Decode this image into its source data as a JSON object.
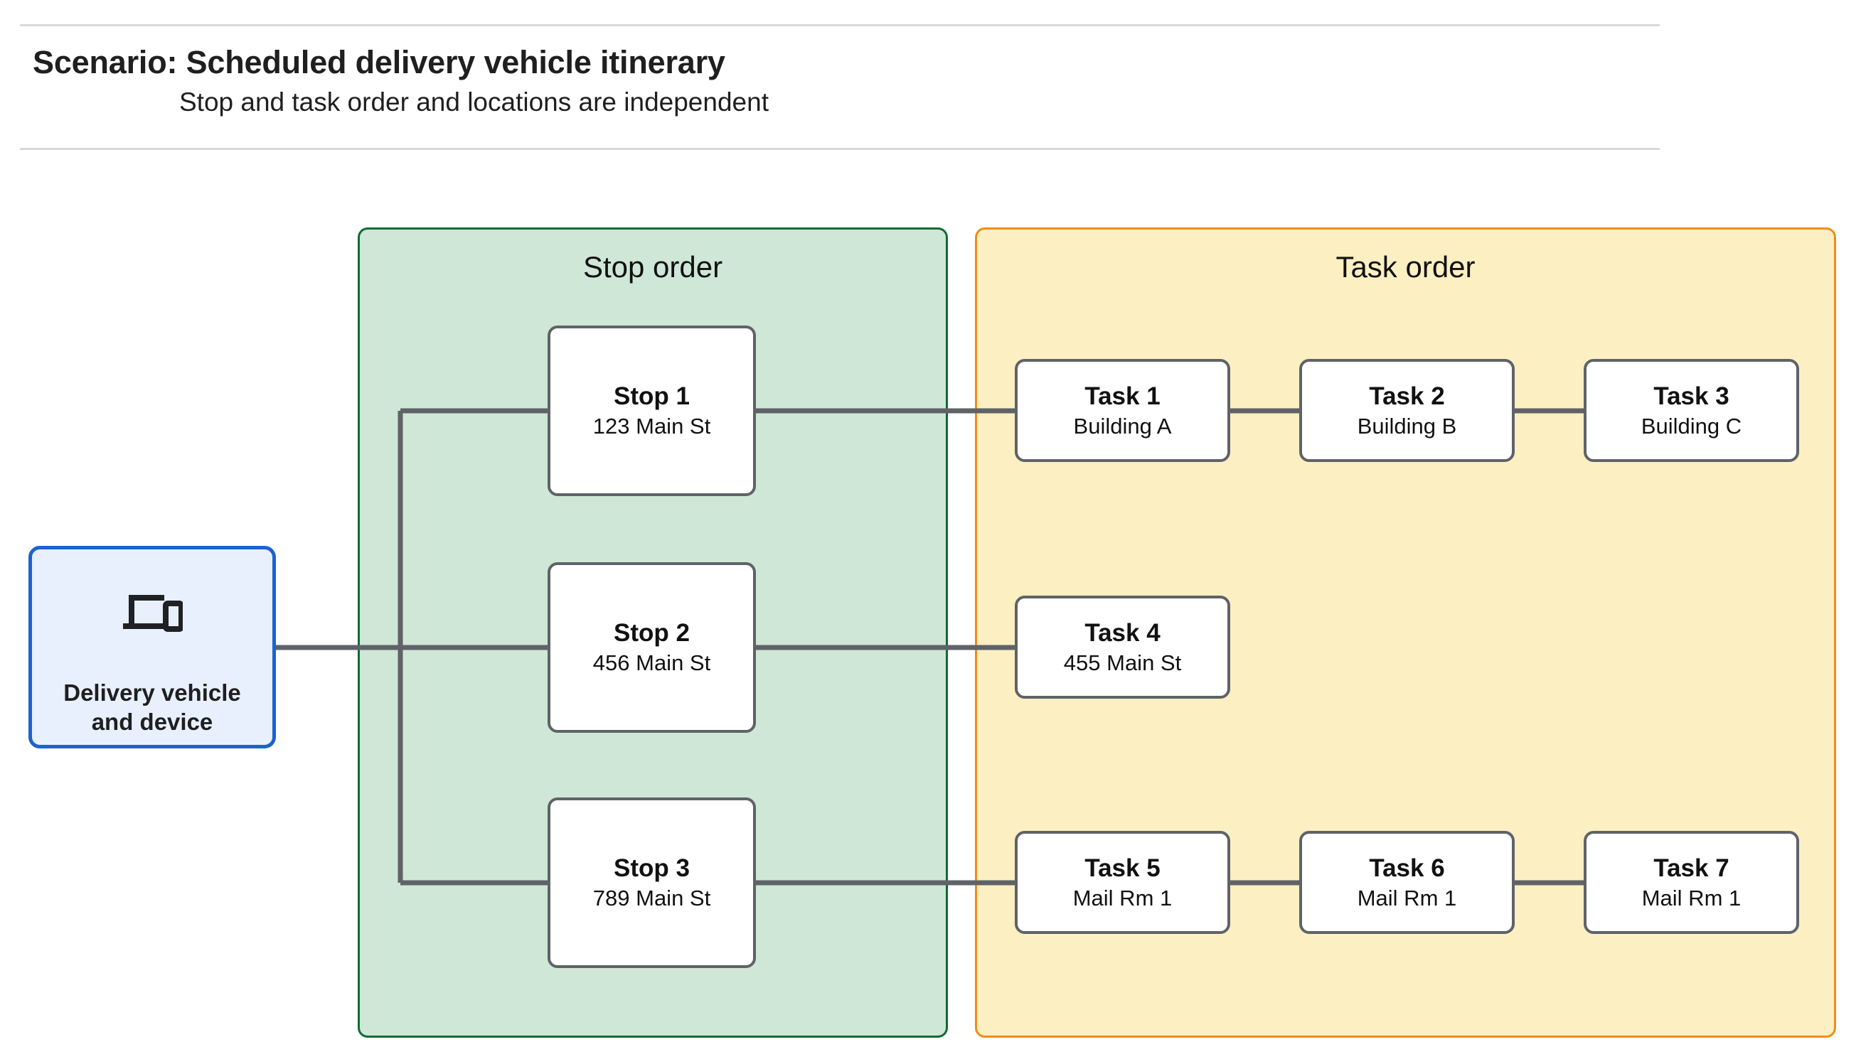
{
  "header": {
    "title": "Scenario: Scheduled delivery vehicle itinerary",
    "subtitle": "Stop and task order and locations are independent"
  },
  "device": {
    "label": "Delivery vehicle\nand device",
    "icon": "devices-icon",
    "border_color": "#1a63d0",
    "fill_color": "#e8f0fe"
  },
  "stop_panel": {
    "title": "Stop order",
    "fill_color": "#cfe7d6",
    "border_color": "#0f6b33",
    "stops": [
      {
        "title": "Stop 1",
        "address": "123 Main St"
      },
      {
        "title": "Stop 2",
        "address": "456 Main St"
      },
      {
        "title": "Stop 3",
        "address": "789 Main St"
      }
    ]
  },
  "task_panel": {
    "title": "Task order",
    "fill_color": "#fcefc2",
    "border_color": "#f08c1b",
    "rows": [
      {
        "tasks": [
          {
            "title": "Task 1",
            "location": "Building A"
          },
          {
            "title": "Task 2",
            "location": "Building B"
          },
          {
            "title": "Task 3",
            "location": "Building C"
          }
        ]
      },
      {
        "tasks": [
          {
            "title": "Task 4",
            "location": "455 Main St"
          }
        ]
      },
      {
        "tasks": [
          {
            "title": "Task 5",
            "location": "Mail Rm 1"
          },
          {
            "title": "Task 6",
            "location": "Mail Rm 1"
          },
          {
            "title": "Task 7",
            "location": "Mail Rm 1"
          }
        ]
      }
    ]
  },
  "connector_color": "#5f6368",
  "node_border_color": "#5f6368"
}
